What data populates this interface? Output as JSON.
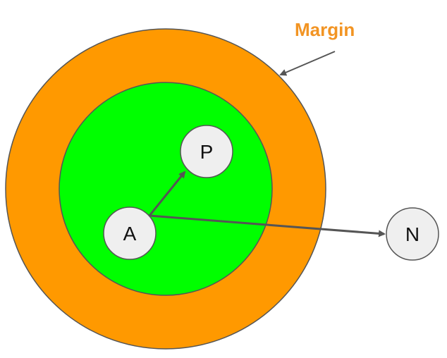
{
  "diagram": {
    "margin_label": "Margin",
    "nodes": {
      "anchor": "A",
      "positive": "P",
      "negative": "N"
    }
  },
  "colors": {
    "margin_ring": "#ff9900",
    "inner_region": "#00ff00",
    "node_fill": "#efefef",
    "outline": "#555555",
    "arrow": "#555555",
    "margin_text": "#f29423"
  }
}
